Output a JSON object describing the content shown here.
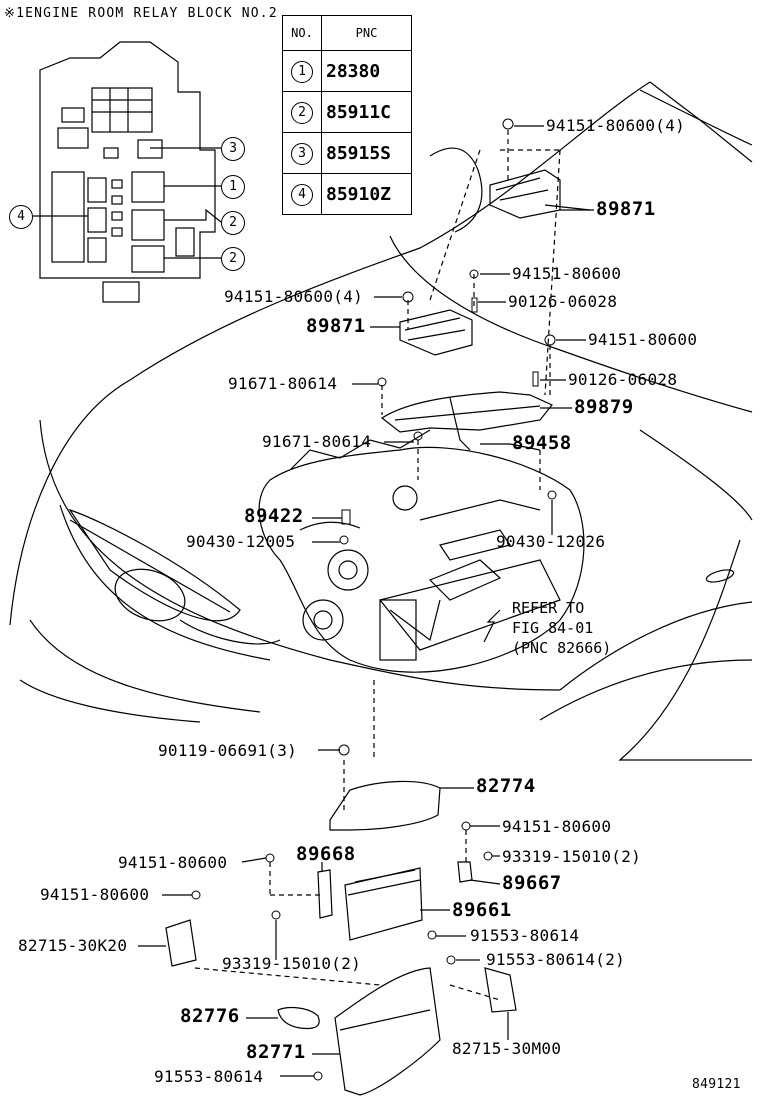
{
  "title": "※1ENGINE ROOM RELAY BLOCK NO.2",
  "legend": {
    "header_no": "NO.",
    "header_pnc": "PNC",
    "rows": [
      {
        "no": "1",
        "pnc": "28380"
      },
      {
        "no": "2",
        "pnc": "85911C"
      },
      {
        "no": "3",
        "pnc": "85915S"
      },
      {
        "no": "4",
        "pnc": "85910Z"
      }
    ]
  },
  "relay_callouts": {
    "c3": "3",
    "c1": "1",
    "c2a": "2",
    "c2b": "2",
    "c4": "4"
  },
  "parts": {
    "p1": "94151-80600(4)",
    "p2": "89871",
    "p3": "94151-80600",
    "p4": "94151-80600(4)",
    "p5": "90126-06028",
    "p6": "89871",
    "p7": "94151-80600",
    "p8": "91671-80614",
    "p9": "90126-06028",
    "p10": "89879",
    "p11": "91671-80614",
    "p12": "89458",
    "p13": "89422",
    "p14": "90430-12005",
    "p15": "90430-12026",
    "p16": "90119-06691(3)",
    "p17": "82774",
    "p18": "94151-80600",
    "p19": "94151-80600",
    "p20": "89668",
    "p21": "93319-15010(2)",
    "p22": "89667",
    "p23": "94151-80600",
    "p24": "89661",
    "p25": "82715-30K20",
    "p26": "91553-80614",
    "p27": "93319-15010(2)",
    "p28": "91553-80614(2)",
    "p29": "82776",
    "p30": "82771",
    "p31": "82715-30M00",
    "p32": "91553-80614"
  },
  "refer": {
    "line1": "REFER TO",
    "line2": "FIG 84-01",
    "line3": "(PNC 82666)"
  },
  "figure_number": "849121"
}
